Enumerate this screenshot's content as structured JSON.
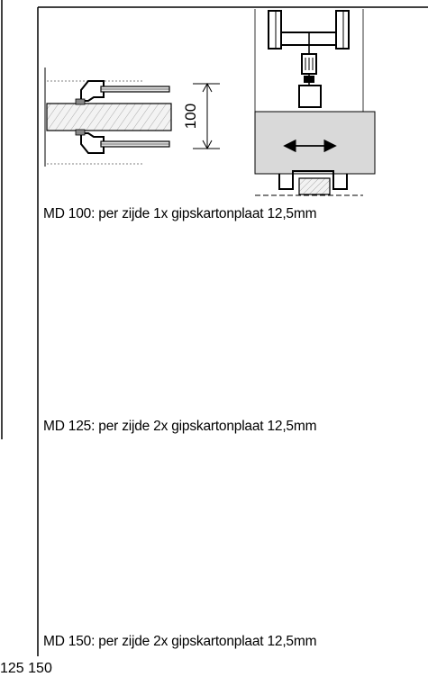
{
  "panels": [
    {
      "dimension": "100",
      "caption": "MD 100: per zijde 1x gipskartonplaat 12,5mm"
    },
    {
      "dimension": "125",
      "caption": "MD 125: per zijde 2x gipskartonplaat 12,5mm"
    },
    {
      "dimension": "150",
      "caption": "MD 150: per zijde 2x gipskartonplaat 12,5mm"
    }
  ],
  "colors": {
    "line": "#000000",
    "wall_fill": "#d9d9d9",
    "hatch": "#9a9a9a",
    "board_fill": "#e6e6e6"
  },
  "icons": [
    "double-arrow-icon",
    "door-hanger-icon",
    "wood-hatch-pattern"
  ]
}
